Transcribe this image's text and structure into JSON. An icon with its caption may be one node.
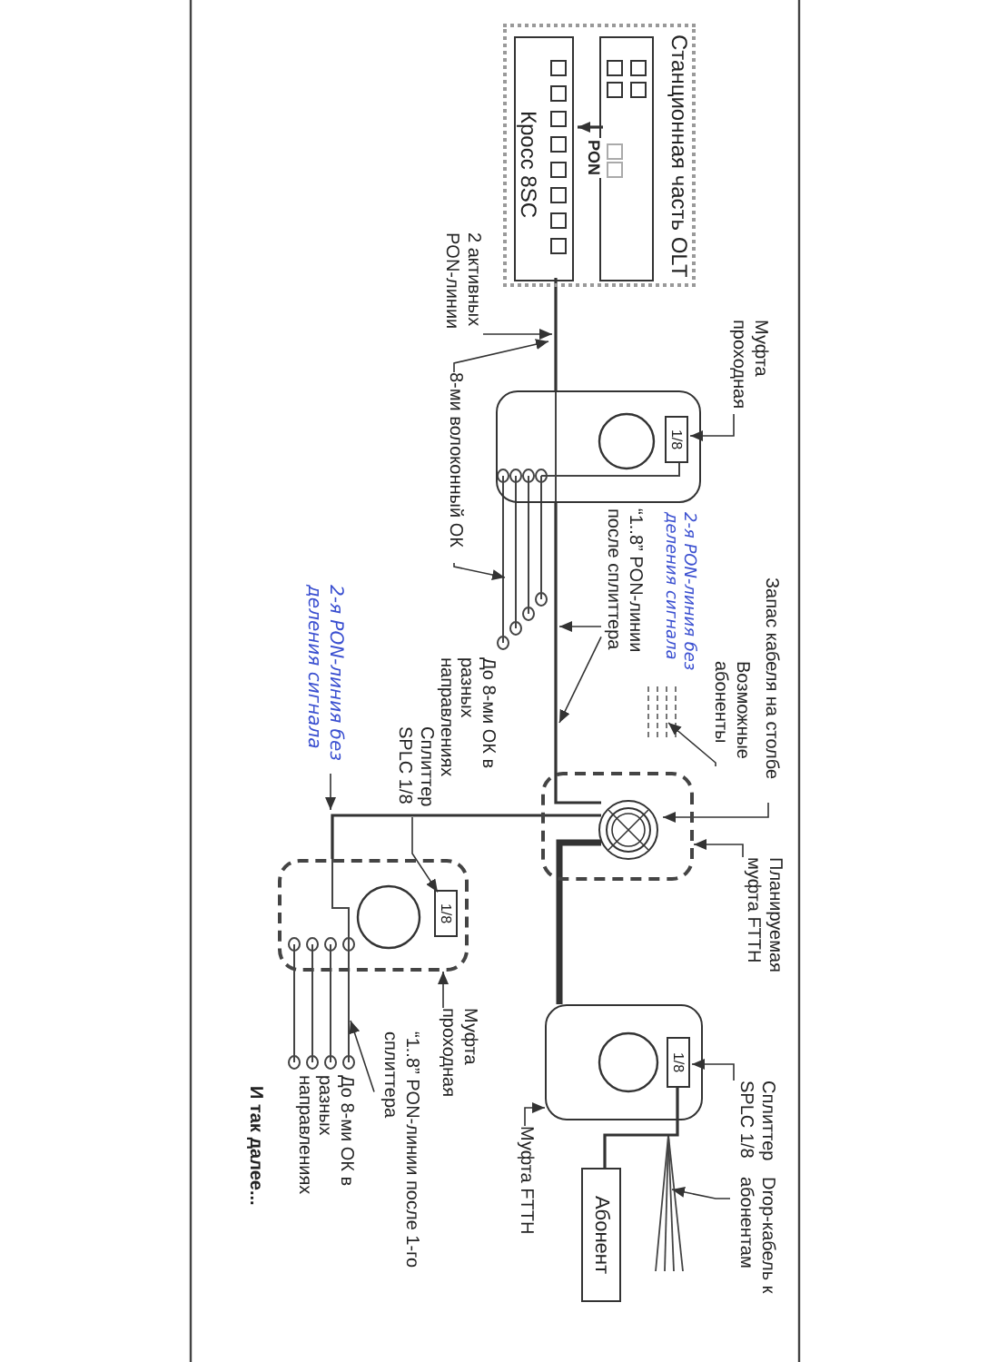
{
  "diagram": {
    "nodes": [
      {
        "text": [
          "Станционная часть OLT"
        ]
      },
      {
        "text": [],
        "shape": "box",
        "in": 0
      },
      {
        "text": [
          "Кросс 8SC"
        ],
        "in": 0
      },
      {
        "text": [
          "2 активных PON-линии"
        ]
      },
      {
        "text": [],
        "shape": "box"
      },
      {
        "text": [
          "1/8"
        ],
        "in": 4
      },
      {
        "text": [
          "Муфта проходная"
        ]
      },
      {
        "text": [
          "8-ми волоконный ОК"
        ]
      },
      {
        "text": [
          "“1..8” PON-линии после сплиттера"
        ]
      },
      {
        "text": [
          "Запас кабеля на столбе"
        ]
      },
      {
        "text": [
          "Возможные абоненты"
        ]
      },
      {
        "text": [],
        "shape": "box"
      },
      {
        "text": [],
        "shape": "circle",
        "in": 11
      },
      {
        "text": [
          "Планируемая муфта FTTH"
        ]
      },
      {
        "text": [
          "2-я PON-линия без деления сигнала"
        ]
      },
      {
        "text": [
          "Сплиттер SPLC 1/8"
        ]
      },
      {
        "text": [],
        "shape": "box"
      },
      {
        "text": [
          "1/8"
        ],
        "in": 16
      },
      {
        "text": [
          "Муфта проходная"
        ]
      },
      {
        "text": [
          "“1..8” PON-линии после 1-го сплиттера"
        ]
      },
      {
        "text": [],
        "shape": "box"
      },
      {
        "text": [
          "1/8"
        ],
        "in": 20
      },
      {
        "text": [
          "Сплиттер SPLC 1/8"
        ]
      },
      {
        "text": [
          "Муфта FTTH"
        ]
      },
      {
        "text": [
          "Drop-кабель к абонентам"
        ]
      },
      {
        "text": [
          "Абонент"
        ]
      }
    ],
    "edges": [
      {
        "from": 1,
        "to": 2,
        "arrow": "to",
        "label": "PON"
      },
      {
        "from": 2,
        "to": 4,
        "arrow": "none"
      },
      {
        "from": 4,
        "to": 12,
        "arrow": "none"
      },
      {
        "from": 12,
        "to": 16,
        "arrow": "none"
      },
      {
        "from": 12,
        "to": 20,
        "arrow": "none",
        "style": "thick"
      },
      {
        "from": 21,
        "to": 25,
        "arrow": "none"
      },
      {
        "from": 3,
        "to": null,
        "arrow": "to"
      },
      {
        "from": 6,
        "to": 5,
        "arrow": "to"
      },
      {
        "from": 7,
        "to": null,
        "arrow": "to"
      },
      {
        "from": 7,
        "to": null,
        "arrow": "to"
      },
      {
        "from": 8,
        "to": null,
        "arrow": "to"
      },
      {
        "from": 8,
        "to": null,
        "arrow": "to"
      },
      {
        "from": 9,
        "to": 12,
        "arrow": "to"
      },
      {
        "from": 10,
        "to": null,
        "arrow": "to"
      },
      {
        "from": 13,
        "to": 11,
        "arrow": "to"
      },
      {
        "from": 14,
        "to": null,
        "arrow": "to"
      },
      {
        "from": 15,
        "to": 17,
        "arrow": "to"
      },
      {
        "from": 18,
        "to": 16,
        "arrow": "to"
      },
      {
        "from": 19,
        "to": null,
        "arrow": "to"
      },
      {
        "from": 22,
        "to": 21,
        "arrow": "to"
      },
      {
        "from": 23,
        "to": 20,
        "arrow": "to"
      },
      {
        "from": 24,
        "to": null,
        "arrow": "to"
      }
    ],
    "labels": [
      "2-я PON-линия без деления сигнала",
      "До 8-ми ОК в разных направлениях",
      "До 8-ми ОК в разных направлениях",
      "И так далее..."
    ]
  }
}
